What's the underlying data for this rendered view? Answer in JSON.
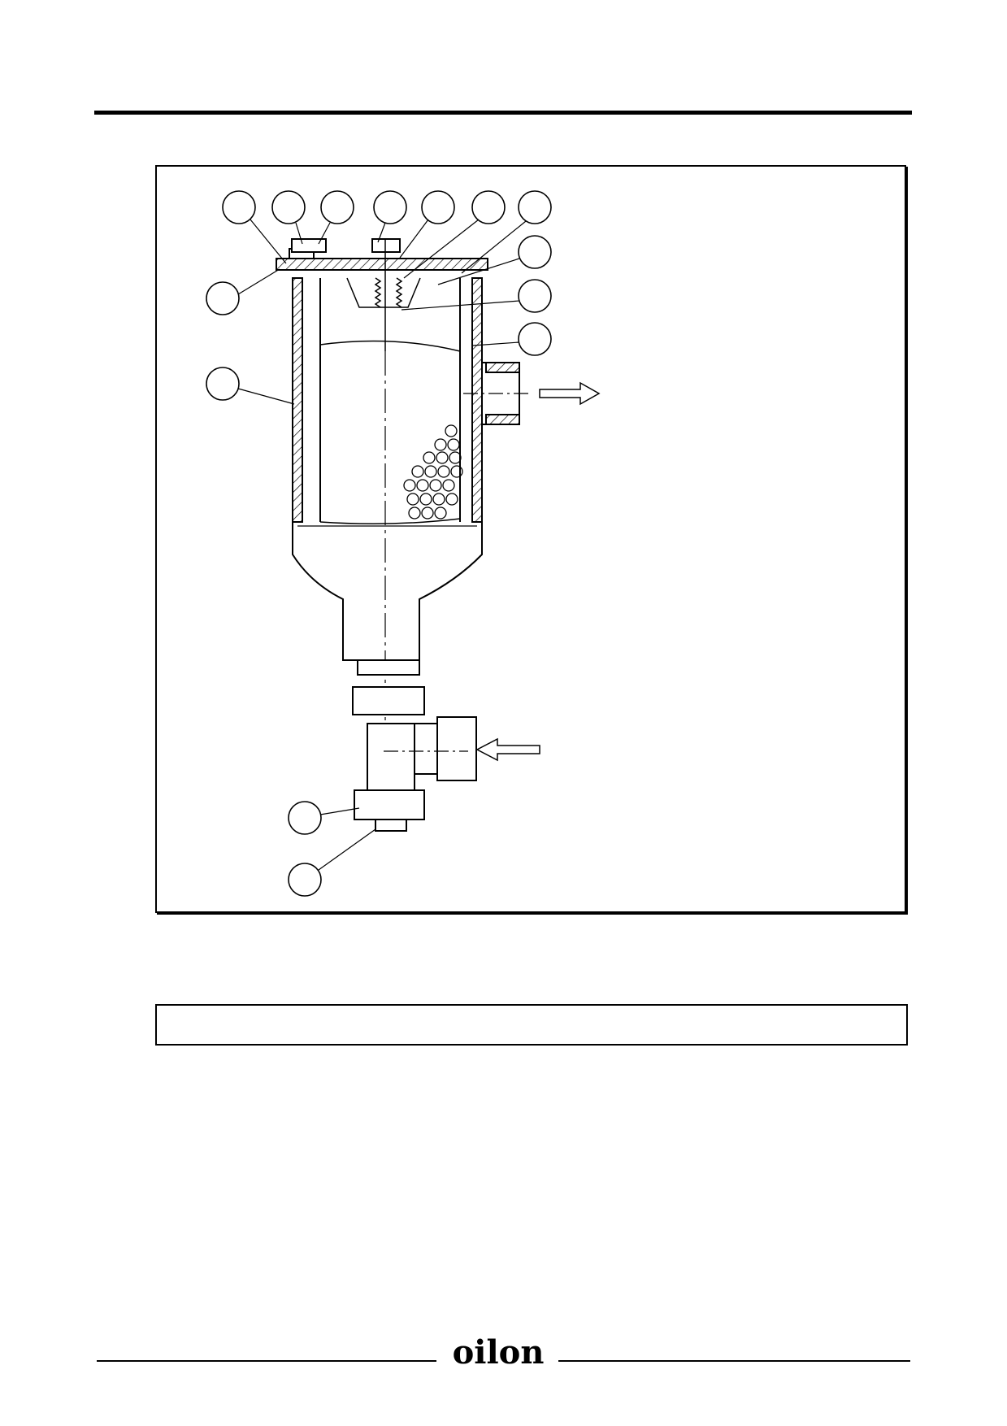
{
  "brand": {
    "logo_text": "oilon"
  },
  "figure": {
    "callout_count": 14,
    "flow_directions": [
      "outlet-right",
      "inlet-left"
    ]
  },
  "caption": {
    "text": ""
  }
}
